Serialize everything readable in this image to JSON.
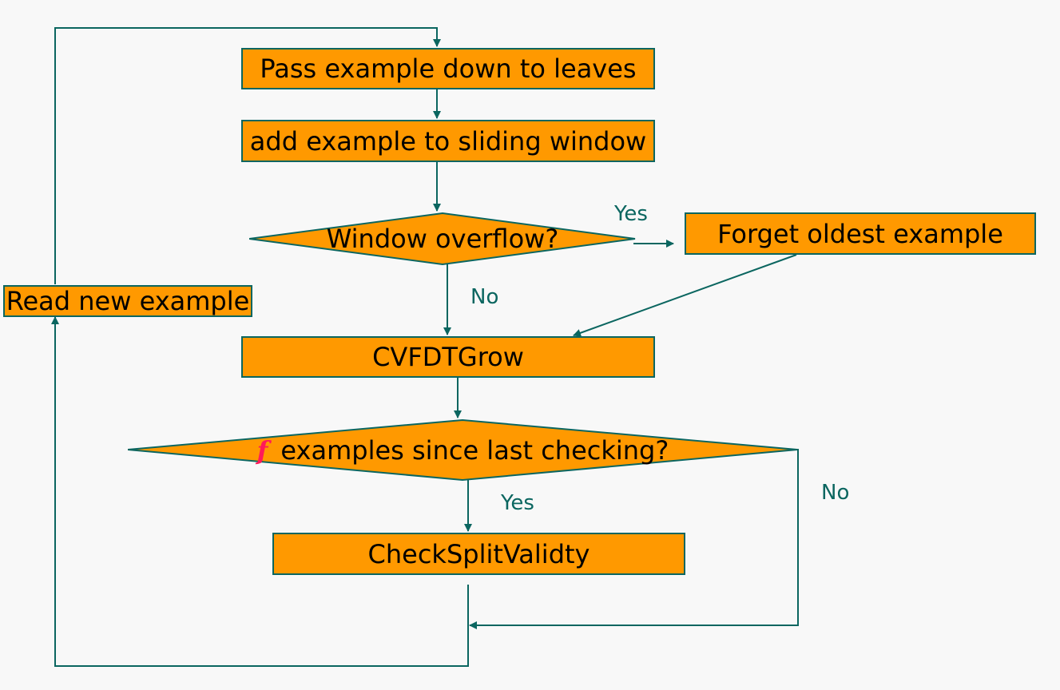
{
  "colors": {
    "box_fill": "#ff9900",
    "box_border": "#0b6660",
    "arrow": "#0b6660",
    "label": "#0b6660",
    "variable_f": "#ff1a5a",
    "background": "#f8f8f8"
  },
  "nodes": {
    "pass_example": "Pass example down to leaves",
    "add_example": "add example to sliding window",
    "window_overflow": "Window overflow?",
    "forget_oldest": "Forget oldest example",
    "read_new": "Read new example",
    "cvfdt_grow": "CVFDTGrow",
    "f_examples_var": "f",
    "f_examples_text": "examples since last checking?",
    "check_split": "CheckSplitValidty"
  },
  "edge_labels": {
    "overflow_yes": "Yes",
    "overflow_no": "No",
    "f_yes": "Yes",
    "f_no": "No"
  }
}
